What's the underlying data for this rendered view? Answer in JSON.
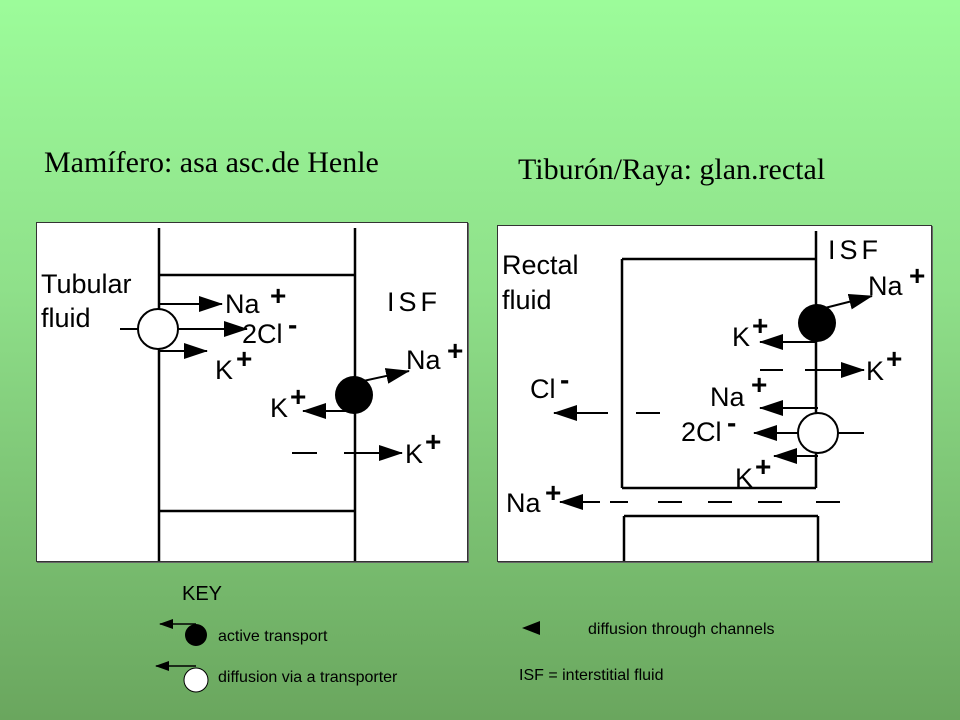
{
  "titles": {
    "left": "Mamífero: asa asc.de Henle",
    "right": "Tiburón/Raya: glan.rectal"
  },
  "mammal_panel": {
    "lumen_label_line1": "Tubular",
    "lumen_label_line2": "fluid",
    "isf_label": "ISF",
    "transporter_na": "Na",
    "transporter_na_charge": "+",
    "transporter_cl": "2Cl",
    "transporter_cl_charge": "-",
    "transporter_k": "K",
    "transporter_k_charge": "+",
    "pump_na": "Na",
    "pump_na_charge": "+",
    "pump_k": "K",
    "pump_k_charge": "+",
    "channel_k": "K",
    "channel_k_charge": "+"
  },
  "shark_panel": {
    "lumen_label_line1": "Rectal",
    "lumen_label_line2": "fluid",
    "isf_label": "ISF",
    "pump_na": "Na",
    "pump_na_charge": "+",
    "pump_k": "K",
    "pump_k_charge": "+",
    "channel_k": "K",
    "channel_k_charge": "+",
    "channel_cl": "Cl",
    "channel_cl_charge": "-",
    "transporter_na": "Na",
    "transporter_na_charge": "+",
    "transporter_cl": "2Cl",
    "transporter_cl_charge": "-",
    "transporter_k": "K",
    "transporter_k_charge": "+",
    "paracellular_na": "Na",
    "paracellular_na_charge": "+"
  },
  "key": {
    "heading": "KEY",
    "active_transport": "active transport",
    "diffusion_transporter": "diffusion via a transporter",
    "diffusion_channels": "diffusion through channels",
    "isf_definition": "ISF = interstitial fluid"
  }
}
